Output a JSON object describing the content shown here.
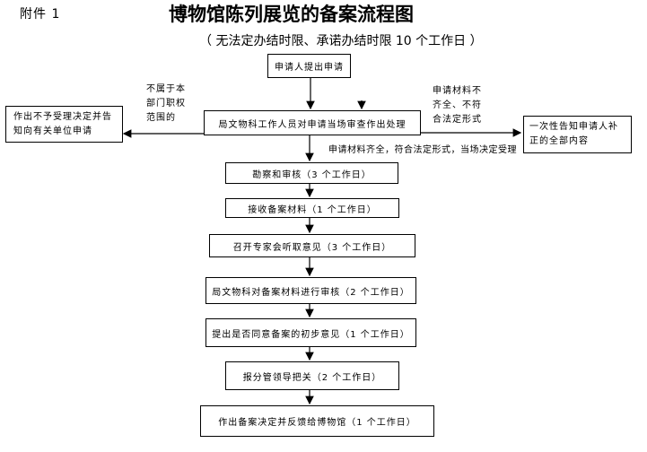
{
  "attachment": "附件 1",
  "title": "博物馆陈列展览的备案流程图",
  "subtitle": "（ 无法定办结时限、承诺办结时限 10 个工作日 ）",
  "steps": {
    "apply": "申请人提出申请",
    "review": "局文物科工作人员对申请当场审查作出处理",
    "reject_line1": "作出不予受理决定并告",
    "reject_line2": "知向有关单位申请",
    "notify_line1": "一次性告知申请人补",
    "notify_line2": "正的全部内容",
    "s1": "勘察和审核（3 个工作日）",
    "s2": "接收备案材料（1 个工作日）",
    "s3": "召开专家会听取意见（3 个工作日）",
    "s4": "局文物科对备案材料进行审核（2 个工作日）",
    "s5": "提出是否同意备案的初步意见（1 个工作日）",
    "s6": "报分管领导把关（2 个工作日）",
    "s7": "作出备案决定并反馈给博物馆（1 个工作日）"
  },
  "labels": {
    "out_of_scope": [
      "不属于本",
      "部门职权",
      "范围的"
    ],
    "incomplete": [
      "申请材料不",
      "齐全、不符",
      "合法定形式"
    ],
    "accepted": "申请材料齐全，符合法定形式，当场决定受理"
  }
}
